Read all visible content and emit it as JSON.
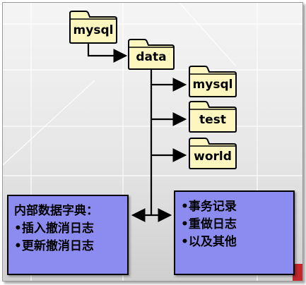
{
  "folders": {
    "root": "mysql",
    "data": "data",
    "child1": "mysql",
    "child2": "test",
    "child3": "world"
  },
  "left_box": {
    "title": "内部数据字典：",
    "items": [
      "•插入撤消日志",
      "•更新撤消日志"
    ]
  },
  "right_box": {
    "items": [
      "•事务记录",
      "•重做日志",
      "•以及其他"
    ]
  },
  "colors": {
    "folder_fill": "#fdf6bf",
    "box_fill": "#8c8cf0",
    "accent": "#c1272d"
  }
}
